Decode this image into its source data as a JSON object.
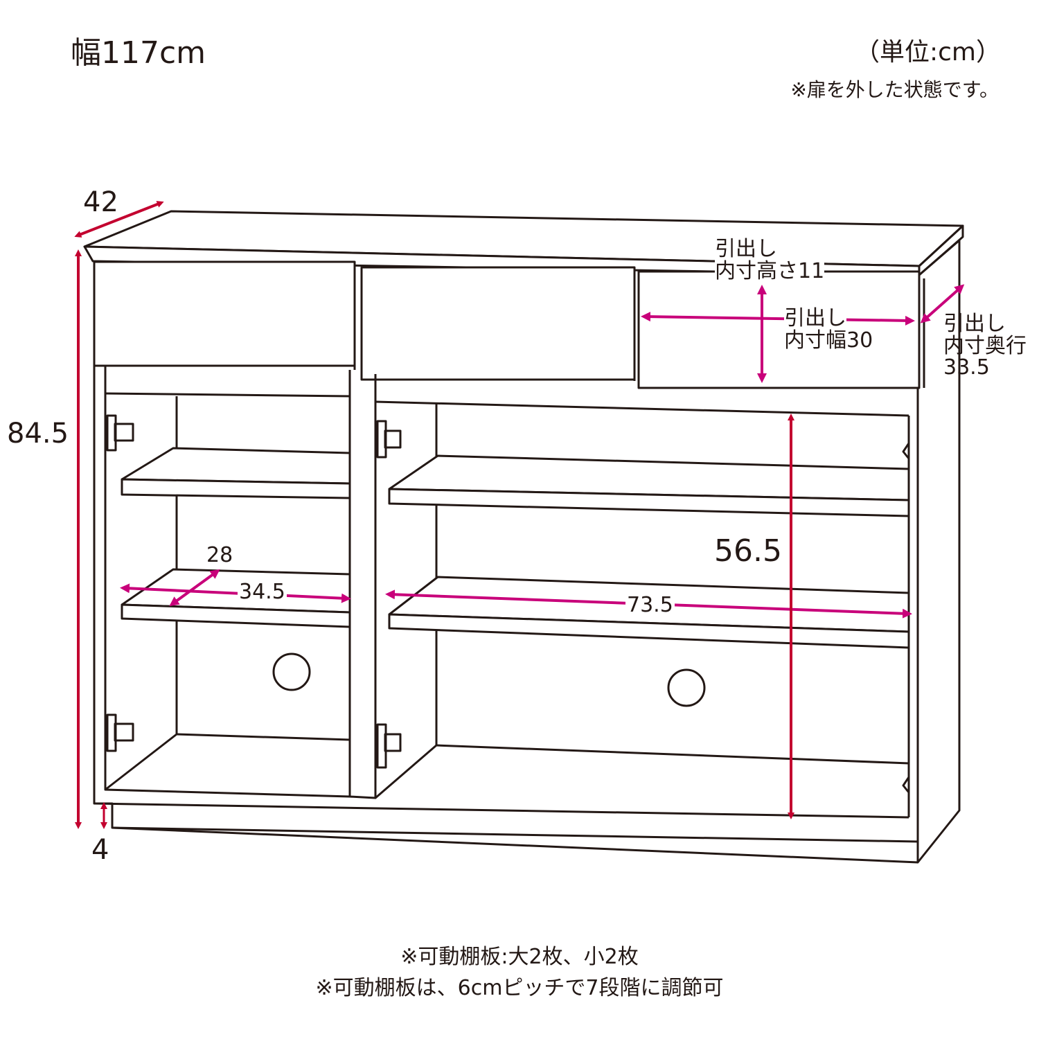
{
  "header": {
    "width_label": "幅117cm",
    "unit_label": "（単位:cm）",
    "door_note": "※扉を外した状態です。"
  },
  "dimensions": {
    "depth": "42",
    "height": "84.5",
    "base_height": "4",
    "drawer_inner_height_line1": "引出し",
    "drawer_inner_height_line2": "内寸高さ11",
    "drawer_inner_width_line1": "引出し",
    "drawer_inner_width_line2": "内寸幅30",
    "drawer_inner_depth_line1": "引出し",
    "drawer_inner_depth_line2": "内寸奥行",
    "drawer_inner_depth_value": "33.5",
    "small_shelf_depth": "28",
    "small_shelf_width": "34.5",
    "large_shelf_width": "73.5",
    "cabinet_inner_height": "56.5"
  },
  "footer": {
    "note1": "※可動棚板:大2枚、小2枚",
    "note2": "※可動棚板は、6cmピッチで7段階に調節可"
  },
  "colors": {
    "line": "#231815",
    "height_arrow": "#c3002f",
    "dimension_arrow": "#c8007a"
  }
}
